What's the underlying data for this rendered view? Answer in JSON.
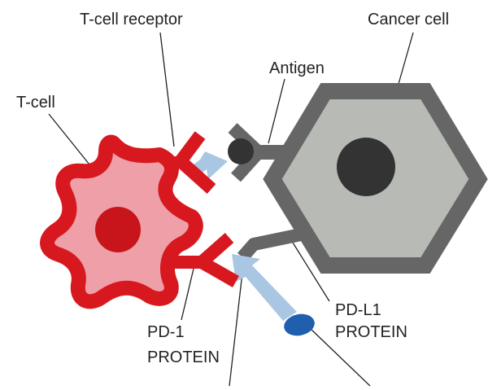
{
  "labels": {
    "t_cell_receptor": "T-cell receptor",
    "cancer_cell": "Cancer cell",
    "antigen": "Antigen",
    "t_cell": "T-cell",
    "pd_l1_line1": "PD-L1",
    "pd_l1_line2": "PROTEIN",
    "pd_1_line1": "PD-1",
    "pd_1_line2": "PROTEIN"
  },
  "colors": {
    "t_cell_outline": "#d7191f",
    "t_cell_fill": "#ee9fa8",
    "t_cell_nucleus": "#c8151c",
    "cancer_outline": "#666666",
    "cancer_fill": "#b8bab6",
    "cancer_nucleus": "#333333",
    "arrow": "#a9c7e2",
    "blocker": "#1f5fae",
    "leader_line": "#222222"
  }
}
